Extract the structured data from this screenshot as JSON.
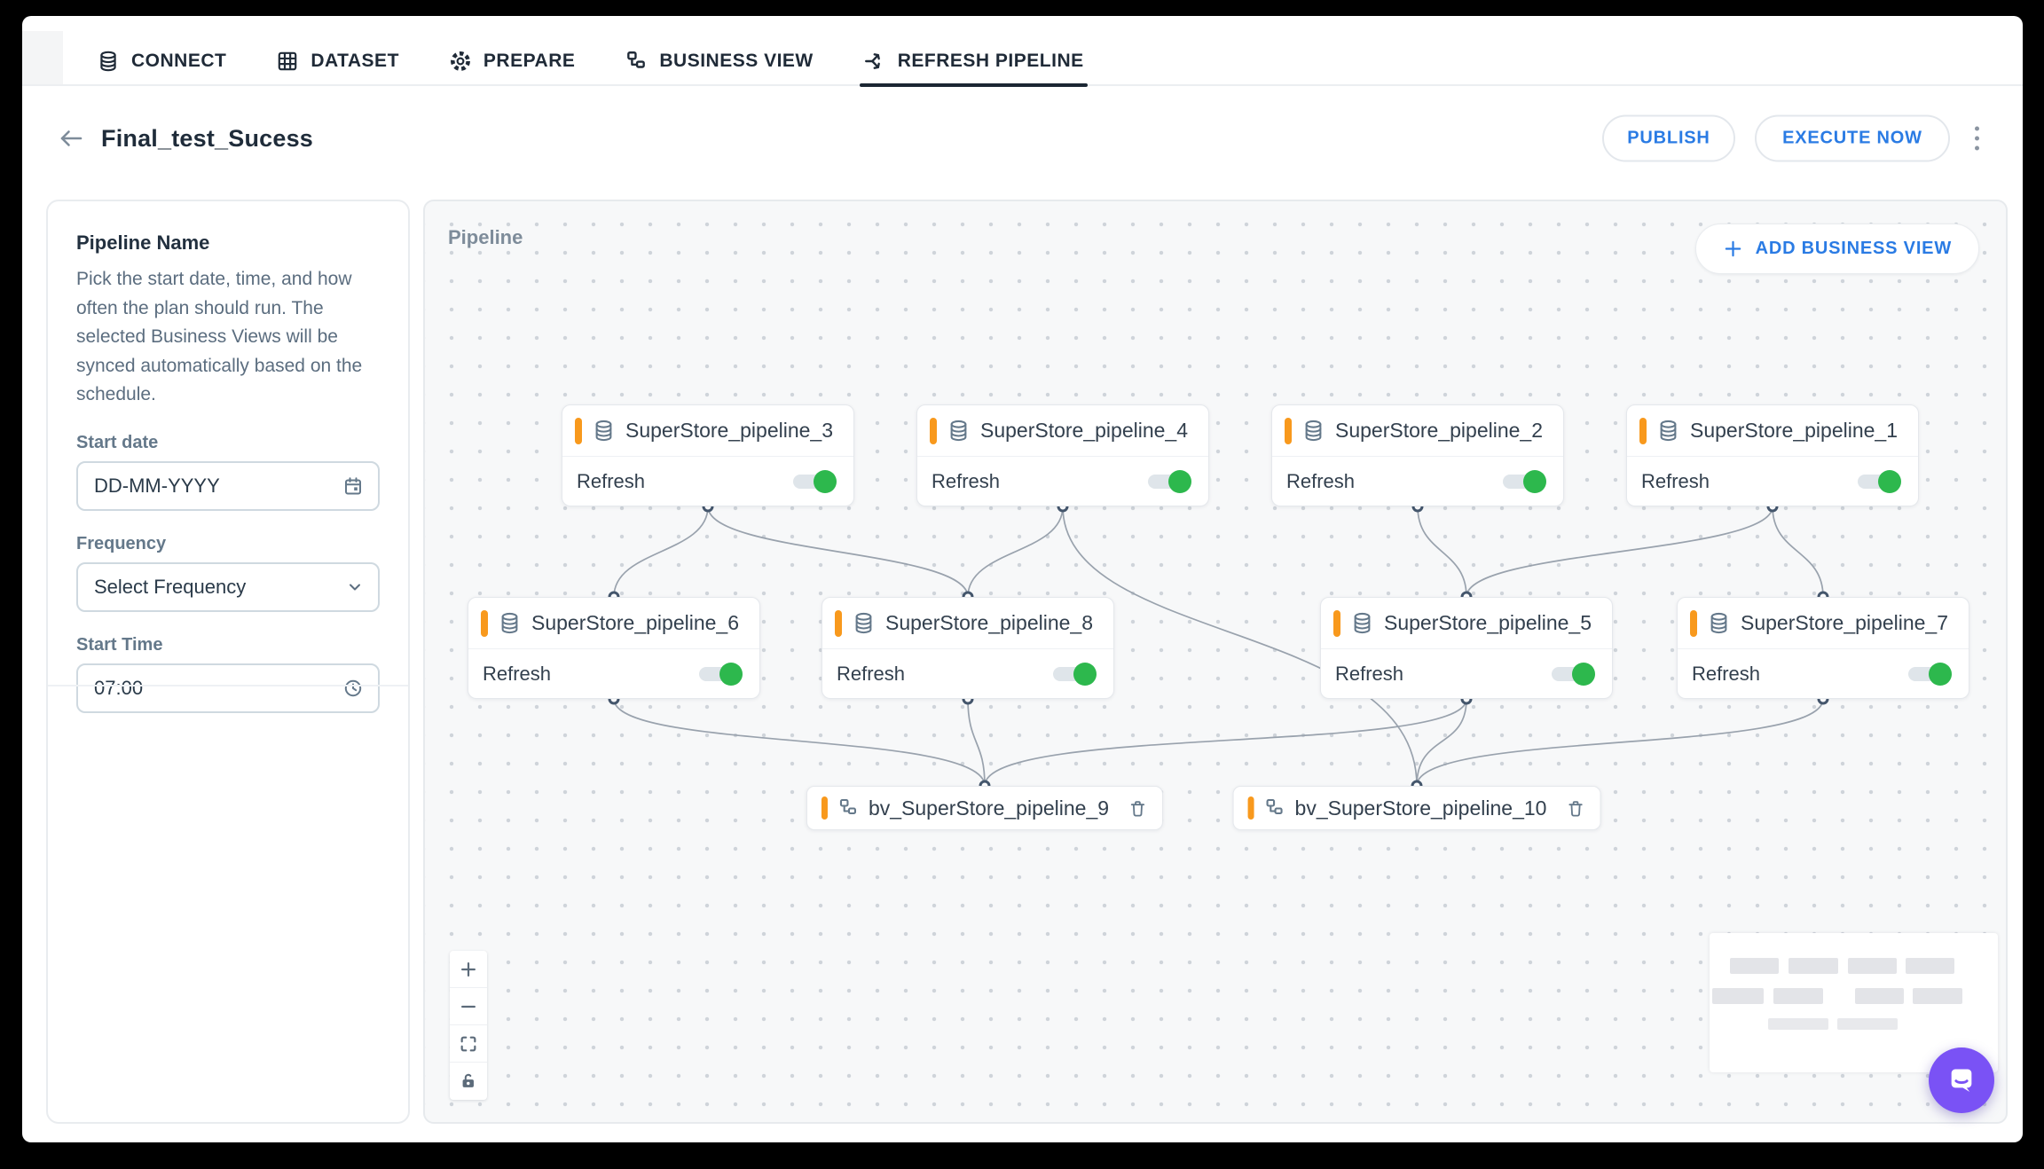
{
  "nav": {
    "tabs": [
      {
        "label": "CONNECT",
        "icon": "database-icon",
        "active": false
      },
      {
        "label": "DATASET",
        "icon": "table-icon",
        "active": false
      },
      {
        "label": "PREPARE",
        "icon": "gear-icon",
        "active": false
      },
      {
        "label": "BUSINESS VIEW",
        "icon": "business-view-icon",
        "active": false
      },
      {
        "label": "REFRESH PIPELINE",
        "icon": "pipeline-branch-icon",
        "active": true
      }
    ]
  },
  "header": {
    "title": "Final_test_Sucess",
    "publish_label": "PUBLISH",
    "execute_label": "EXECUTE NOW"
  },
  "sidebar": {
    "title": "Pipeline Name",
    "description": "Pick the start date, time, and how often the plan should run. The selected Business Views will be synced automatically based on the schedule.",
    "start_date_label": "Start date",
    "start_date_value": "DD-MM-YYYY",
    "frequency_label": "Frequency",
    "frequency_value": "Select Frequency",
    "start_time_label": "Start Time",
    "start_time_value": "07:00"
  },
  "canvas": {
    "label": "Pipeline",
    "add_business_view_label": "ADD BUSINESS VIEW",
    "refresh_label": "Refresh",
    "nodes": [
      {
        "label": "SuperStore_pipeline_3",
        "refresh_on": true
      },
      {
        "label": "SuperStore_pipeline_4",
        "refresh_on": true
      },
      {
        "label": "SuperStore_pipeline_2",
        "refresh_on": true
      },
      {
        "label": "SuperStore_pipeline_1",
        "refresh_on": true
      },
      {
        "label": "SuperStore_pipeline_6",
        "refresh_on": true
      },
      {
        "label": "SuperStore_pipeline_8",
        "refresh_on": true
      },
      {
        "label": "SuperStore_pipeline_5",
        "refresh_on": true
      },
      {
        "label": "SuperStore_pipeline_7",
        "refresh_on": true
      }
    ],
    "bv_nodes": [
      {
        "label": "bv_SuperStore_pipeline_9"
      },
      {
        "label": "bv_SuperStore_pipeline_10"
      }
    ],
    "edges": [
      [
        "SuperStore_pipeline_3",
        "SuperStore_pipeline_6"
      ],
      [
        "SuperStore_pipeline_3",
        "SuperStore_pipeline_8"
      ],
      [
        "SuperStore_pipeline_4",
        "SuperStore_pipeline_8"
      ],
      [
        "SuperStore_pipeline_4",
        "bv_SuperStore_pipeline_10"
      ],
      [
        "SuperStore_pipeline_2",
        "SuperStore_pipeline_5"
      ],
      [
        "SuperStore_pipeline_1",
        "SuperStore_pipeline_5"
      ],
      [
        "SuperStore_pipeline_1",
        "SuperStore_pipeline_7"
      ],
      [
        "SuperStore_pipeline_6",
        "bv_SuperStore_pipeline_9"
      ],
      [
        "SuperStore_pipeline_8",
        "bv_SuperStore_pipeline_9"
      ],
      [
        "SuperStore_pipeline_5",
        "bv_SuperStore_pipeline_9"
      ],
      [
        "SuperStore_pipeline_5",
        "bv_SuperStore_pipeline_10"
      ],
      [
        "SuperStore_pipeline_7",
        "bv_SuperStore_pipeline_10"
      ]
    ]
  },
  "colors": {
    "accent_blue": "#2a7be4",
    "accent_orange": "#f8991d",
    "toggle_green": "#2db84d",
    "edge_gray": "#99a2ad",
    "chat_purple": "#7a52f5"
  }
}
